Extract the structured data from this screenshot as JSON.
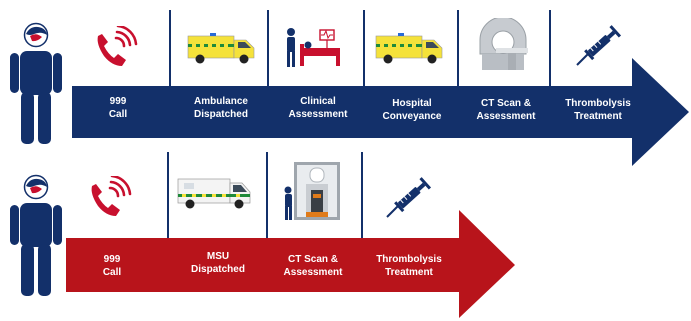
{
  "colors": {
    "standard_track": "#13306a",
    "msu_track": "#b8141b",
    "person": "#13306a",
    "phone": "#c8102e",
    "syringe": "#13306a",
    "divider": "#13306a"
  },
  "tracks": {
    "standard": {
      "steps": [
        {
          "label": "999\nCall",
          "icon": "phone-icon"
        },
        {
          "label": "Ambulance\nDispatched",
          "icon": "ambulance-icon"
        },
        {
          "label": "Clinical\nAssessment",
          "icon": "clinical-assessment-icon"
        },
        {
          "label": "Hospital\nConveyance",
          "icon": "ambulance-icon"
        },
        {
          "label": "CT Scan &\nAssessment",
          "icon": "ct-scanner-icon"
        },
        {
          "label": "Thrombolysis\nTreatment",
          "icon": "syringe-icon"
        }
      ]
    },
    "msu": {
      "steps": [
        {
          "label": "999\nCall",
          "icon": "phone-icon"
        },
        {
          "label": "MSU\nDispatched",
          "icon": "msu-vehicle-icon"
        },
        {
          "label": "CT Scan &\nAssessment",
          "icon": "msu-interior-icon"
        },
        {
          "label": "Thrombolysis\nTreatment",
          "icon": "syringe-icon"
        }
      ]
    }
  }
}
